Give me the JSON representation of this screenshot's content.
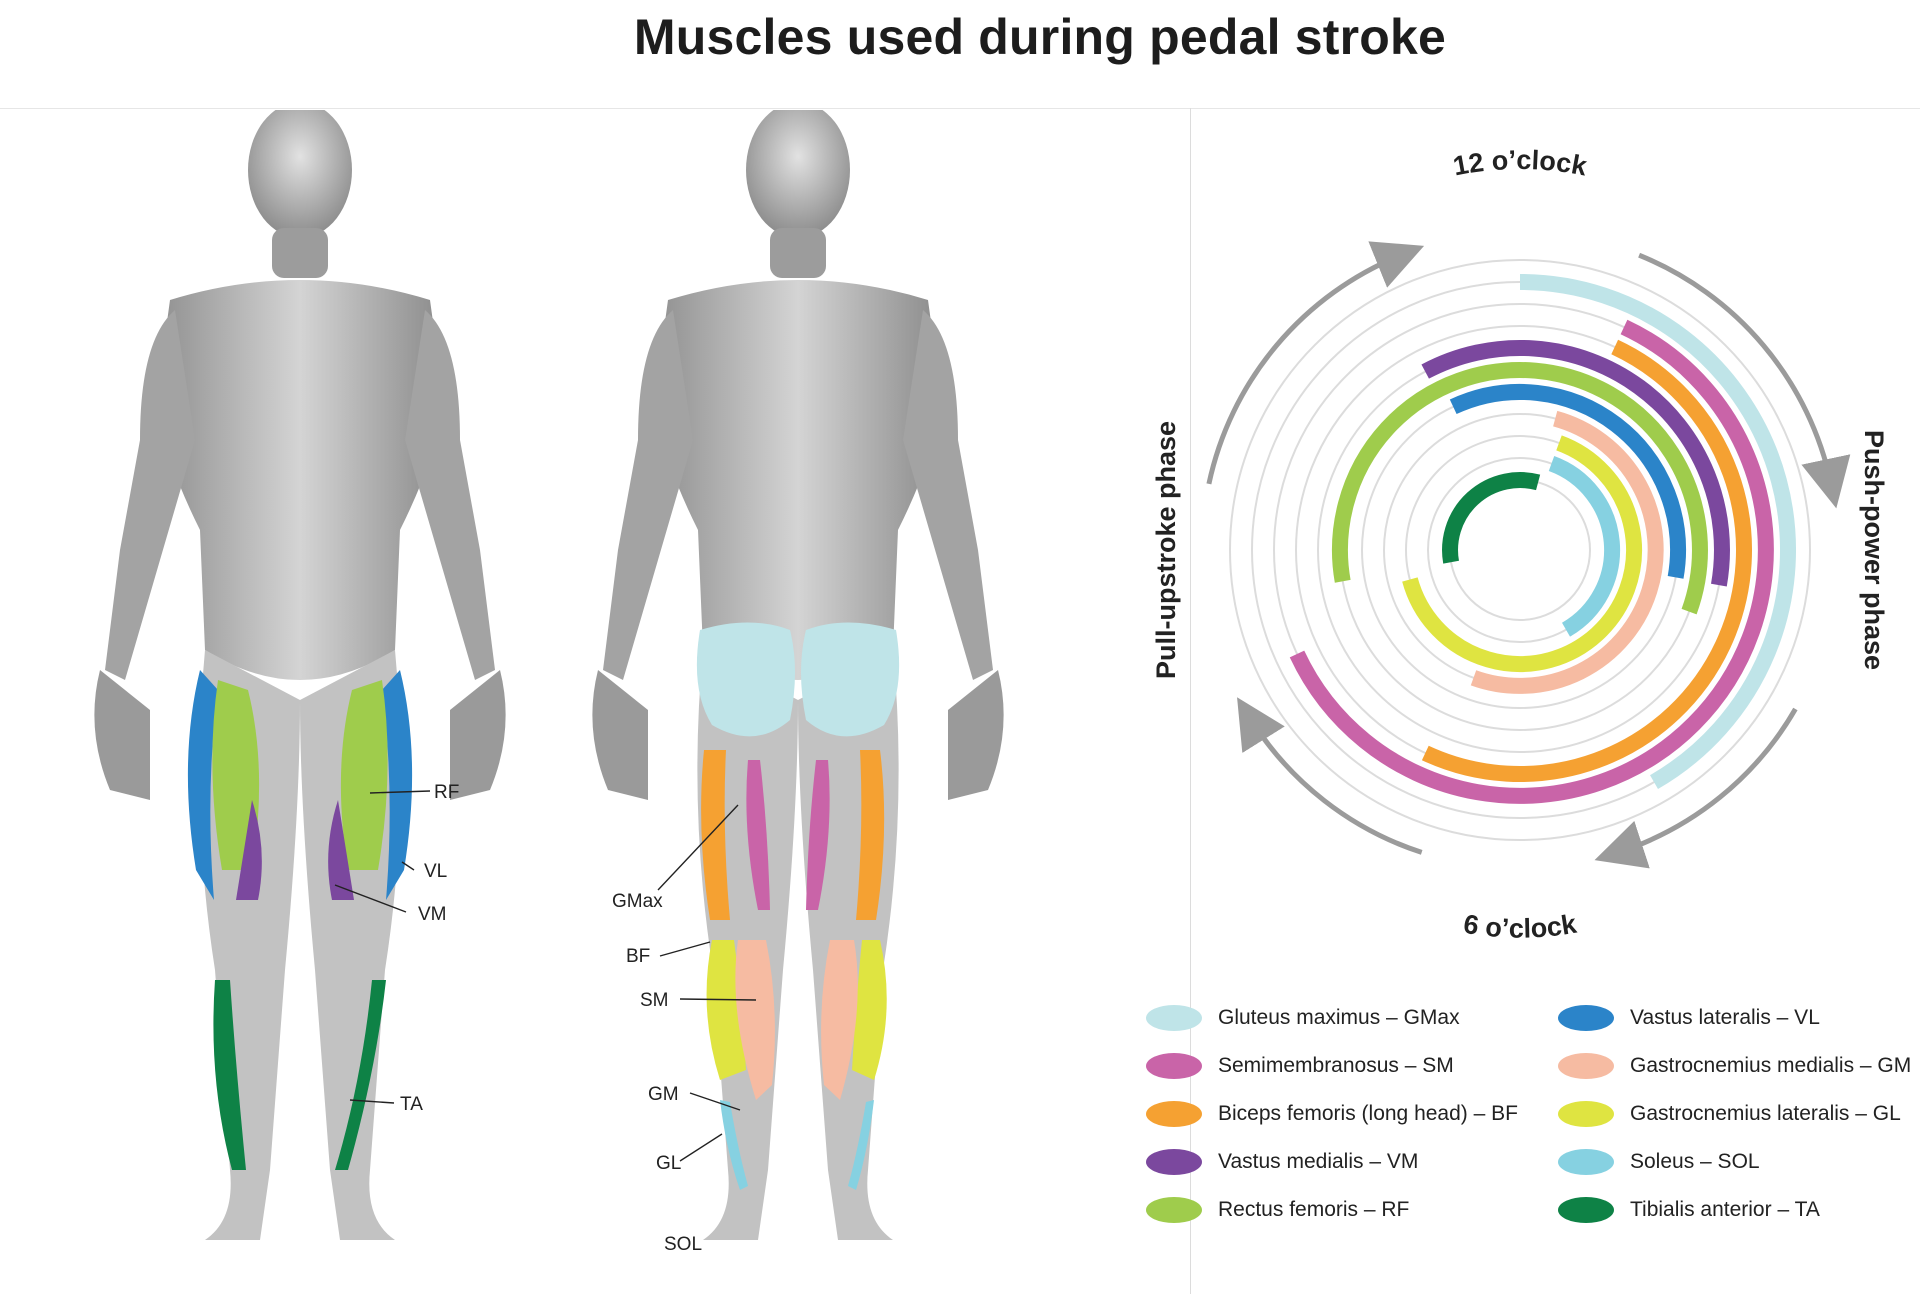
{
  "title": "Muscles used during pedal stroke",
  "figure_labels": {
    "front": [
      "RF",
      "VL",
      "VM",
      "TA"
    ],
    "back": [
      "GMax",
      "BF",
      "SM",
      "GM",
      "GL",
      "SOL"
    ]
  },
  "wheel": {
    "top_label": "12 o’clock",
    "bottom_label": "6 o’clock",
    "right_label": "Push-power phase",
    "left_label": "Pull-upstroke phase"
  },
  "legend": [
    {
      "label": "Gluteus maximus – GMax",
      "color": "#bfe4e8"
    },
    {
      "label": "Vastus lateralis – VL",
      "color": "#2b84c9"
    },
    {
      "label": "Semimembranosus – SM",
      "color": "#c964a8"
    },
    {
      "label": "Gastrocnemius medialis – GM",
      "color": "#f6bba2"
    },
    {
      "label": "Biceps femoris (long head) – BF",
      "color": "#f5a132"
    },
    {
      "label": "Gastrocnemius lateralis – GL",
      "color": "#dfe441"
    },
    {
      "label": "Vastus medialis – VM",
      "color": "#7b489e"
    },
    {
      "label": "Soleus – SOL",
      "color": "#86d1e1"
    },
    {
      "label": "Rectus femoris – RF",
      "color": "#9fcc4c"
    },
    {
      "label": "Tibialis anterior – TA",
      "color": "#0e8246"
    }
  ],
  "activation_arcs": [
    {
      "muscle": "GMax",
      "color": "#bfe4e8",
      "start_deg": 0,
      "end_deg": 150
    },
    {
      "muscle": "SM",
      "color": "#c964a8",
      "start_deg": 25,
      "end_deg": 245
    },
    {
      "muscle": "BF",
      "color": "#f5a132",
      "start_deg": 25,
      "end_deg": 205
    },
    {
      "muscle": "VM",
      "color": "#7b489e",
      "start_deg": -28,
      "end_deg": 100
    },
    {
      "muscle": "RF",
      "color": "#9fcc4c",
      "start_deg": -100,
      "end_deg": 110
    },
    {
      "muscle": "VL",
      "color": "#2b84c9",
      "start_deg": -25,
      "end_deg": 100
    },
    {
      "muscle": "GM",
      "color": "#f6bba2",
      "start_deg": 15,
      "end_deg": 200
    },
    {
      "muscle": "GL",
      "color": "#dfe441",
      "start_deg": 20,
      "end_deg": 255
    },
    {
      "muscle": "SOL",
      "color": "#86d1e1",
      "start_deg": 20,
      "end_deg": 150
    },
    {
      "muscle": "TA",
      "color": "#0e8246",
      "start_deg": -100,
      "end_deg": 15
    }
  ]
}
